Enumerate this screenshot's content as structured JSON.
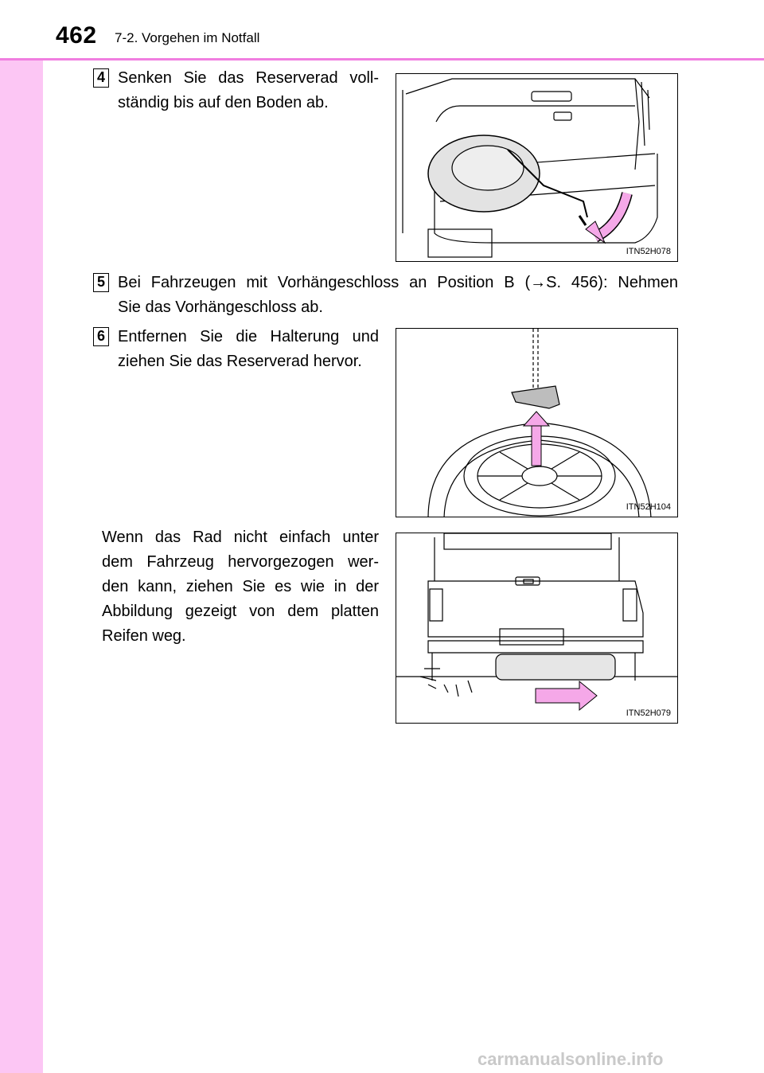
{
  "header": {
    "page_number": "462",
    "section_title": "7-2. Vorgehen im Notfall"
  },
  "steps": [
    {
      "number": "4",
      "text": "Senken Sie das Reserverad voll­ständig bis auf den Boden ab.",
      "line1": "Senken Sie das Reserverad voll-",
      "line2": "ständig bis auf den Boden ab."
    },
    {
      "number": "5",
      "line1": "Bei Fahrzeugen mit Vorhängeschloss an Position B (→S. 456): Nehmen",
      "line2": "Sie das Vorhängeschloss ab."
    },
    {
      "number": "6",
      "line1": "Entfernen Sie die Halterung und",
      "line2": "ziehen Sie das Reserverad hervor."
    }
  ],
  "note": {
    "line1": "Wenn das Rad nicht einfach unter",
    "line2": "dem Fahrzeug hervorgezogen wer-",
    "line3": "den kann, ziehen Sie es wie in der",
    "line4": "Abbildung gezeigt von dem platten",
    "line5": "Reifen weg."
  },
  "figures": [
    {
      "code": "ITN52H078",
      "icon": "lower-spare-tire-illustration"
    },
    {
      "code": "ITN52H104",
      "icon": "remove-spare-tire-illustration"
    },
    {
      "code": "ITN52H079",
      "icon": "pull-tire-away-illustration"
    }
  ],
  "watermark": "carmanualsonline.info",
  "colors": {
    "side_band": "#fcc6f4",
    "header_rule": "#f07ee0",
    "arrow_fill": "#f5a8e8"
  }
}
